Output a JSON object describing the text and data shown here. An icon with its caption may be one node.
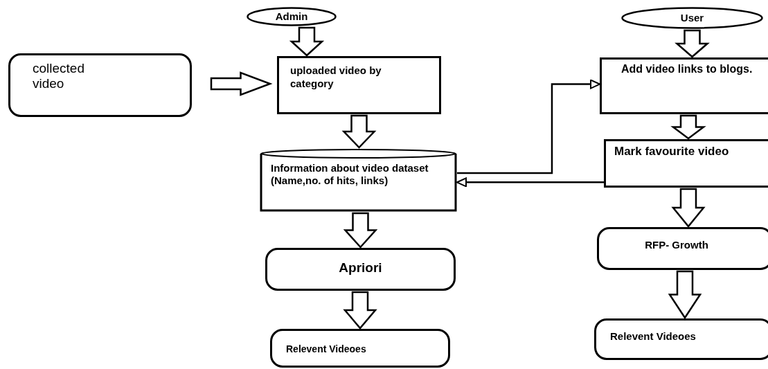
{
  "diagram": {
    "nodes": [
      {
        "text": [
          "Admin"
        ]
      },
      {
        "text": [
          "collected video"
        ]
      },
      {
        "text": [
          "uploaded video by category"
        ]
      },
      {
        "text": [
          "Information about video dataset (Name,no. of hits, links)"
        ]
      },
      {
        "text": [
          "Apriori"
        ]
      },
      {
        "text": [
          "Relevent Videoes"
        ]
      },
      {
        "text": [
          "User"
        ]
      },
      {
        "text": [
          "Add video links to blogs."
        ]
      },
      {
        "text": [
          "Mark favourite video"
        ]
      },
      {
        "text": [
          "RFP- Growth"
        ]
      },
      {
        "text": [
          "Relevent Videoes"
        ]
      }
    ],
    "edges": [
      {
        "from": 0,
        "to": 2,
        "arrow": "to",
        "style": "thick"
      },
      {
        "from": 1,
        "to": 2,
        "arrow": "to",
        "style": "thick"
      },
      {
        "from": 2,
        "to": 3,
        "arrow": "to",
        "style": "thick"
      },
      {
        "from": 3,
        "to": 4,
        "arrow": "to",
        "style": "thick"
      },
      {
        "from": 4,
        "to": 5,
        "arrow": "to",
        "style": "thick"
      },
      {
        "from": 6,
        "to": 7,
        "arrow": "to",
        "style": "thick"
      },
      {
        "from": 7,
        "to": 8,
        "arrow": "to",
        "style": "thick"
      },
      {
        "from": 8,
        "to": 9,
        "arrow": "to",
        "style": "thick"
      },
      {
        "from": 9,
        "to": 10,
        "arrow": "to",
        "style": "thick"
      },
      {
        "from": 3,
        "to": 7,
        "arrow": "to"
      },
      {
        "from": 8,
        "to": 3,
        "arrow": "to"
      }
    ]
  }
}
